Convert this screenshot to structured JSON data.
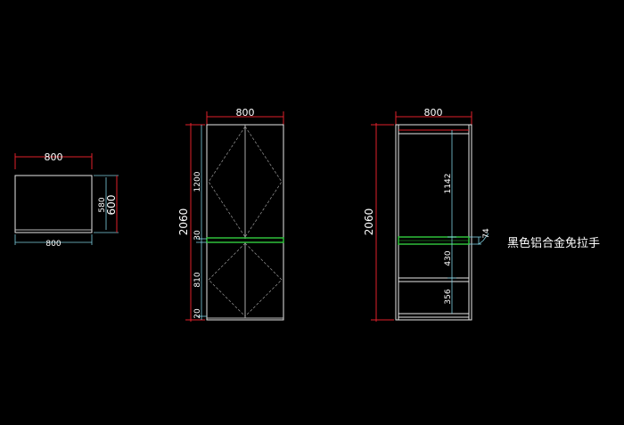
{
  "colors": {
    "background": "#000000",
    "dimension_line": "#e0202a",
    "extension_line": "#7fd0e0",
    "outline": "#e8e8e8",
    "handle": "#2fbf3a"
  },
  "plan_view": {
    "top_width": "800",
    "bottom_width": "800",
    "depth_inner": "580",
    "depth_outer": "600"
  },
  "front_view": {
    "top_width": "800",
    "total_height": "2060",
    "upper_door": "1200",
    "handle_gap": "30",
    "lower_door": "810",
    "base": "20"
  },
  "interior_view": {
    "top_width": "800",
    "total_height": "2060",
    "upper_section": "1142",
    "handle_height": "74",
    "middle_section": "430",
    "bottom_section": "356"
  },
  "annotation": "黑色铝合金免拉手"
}
